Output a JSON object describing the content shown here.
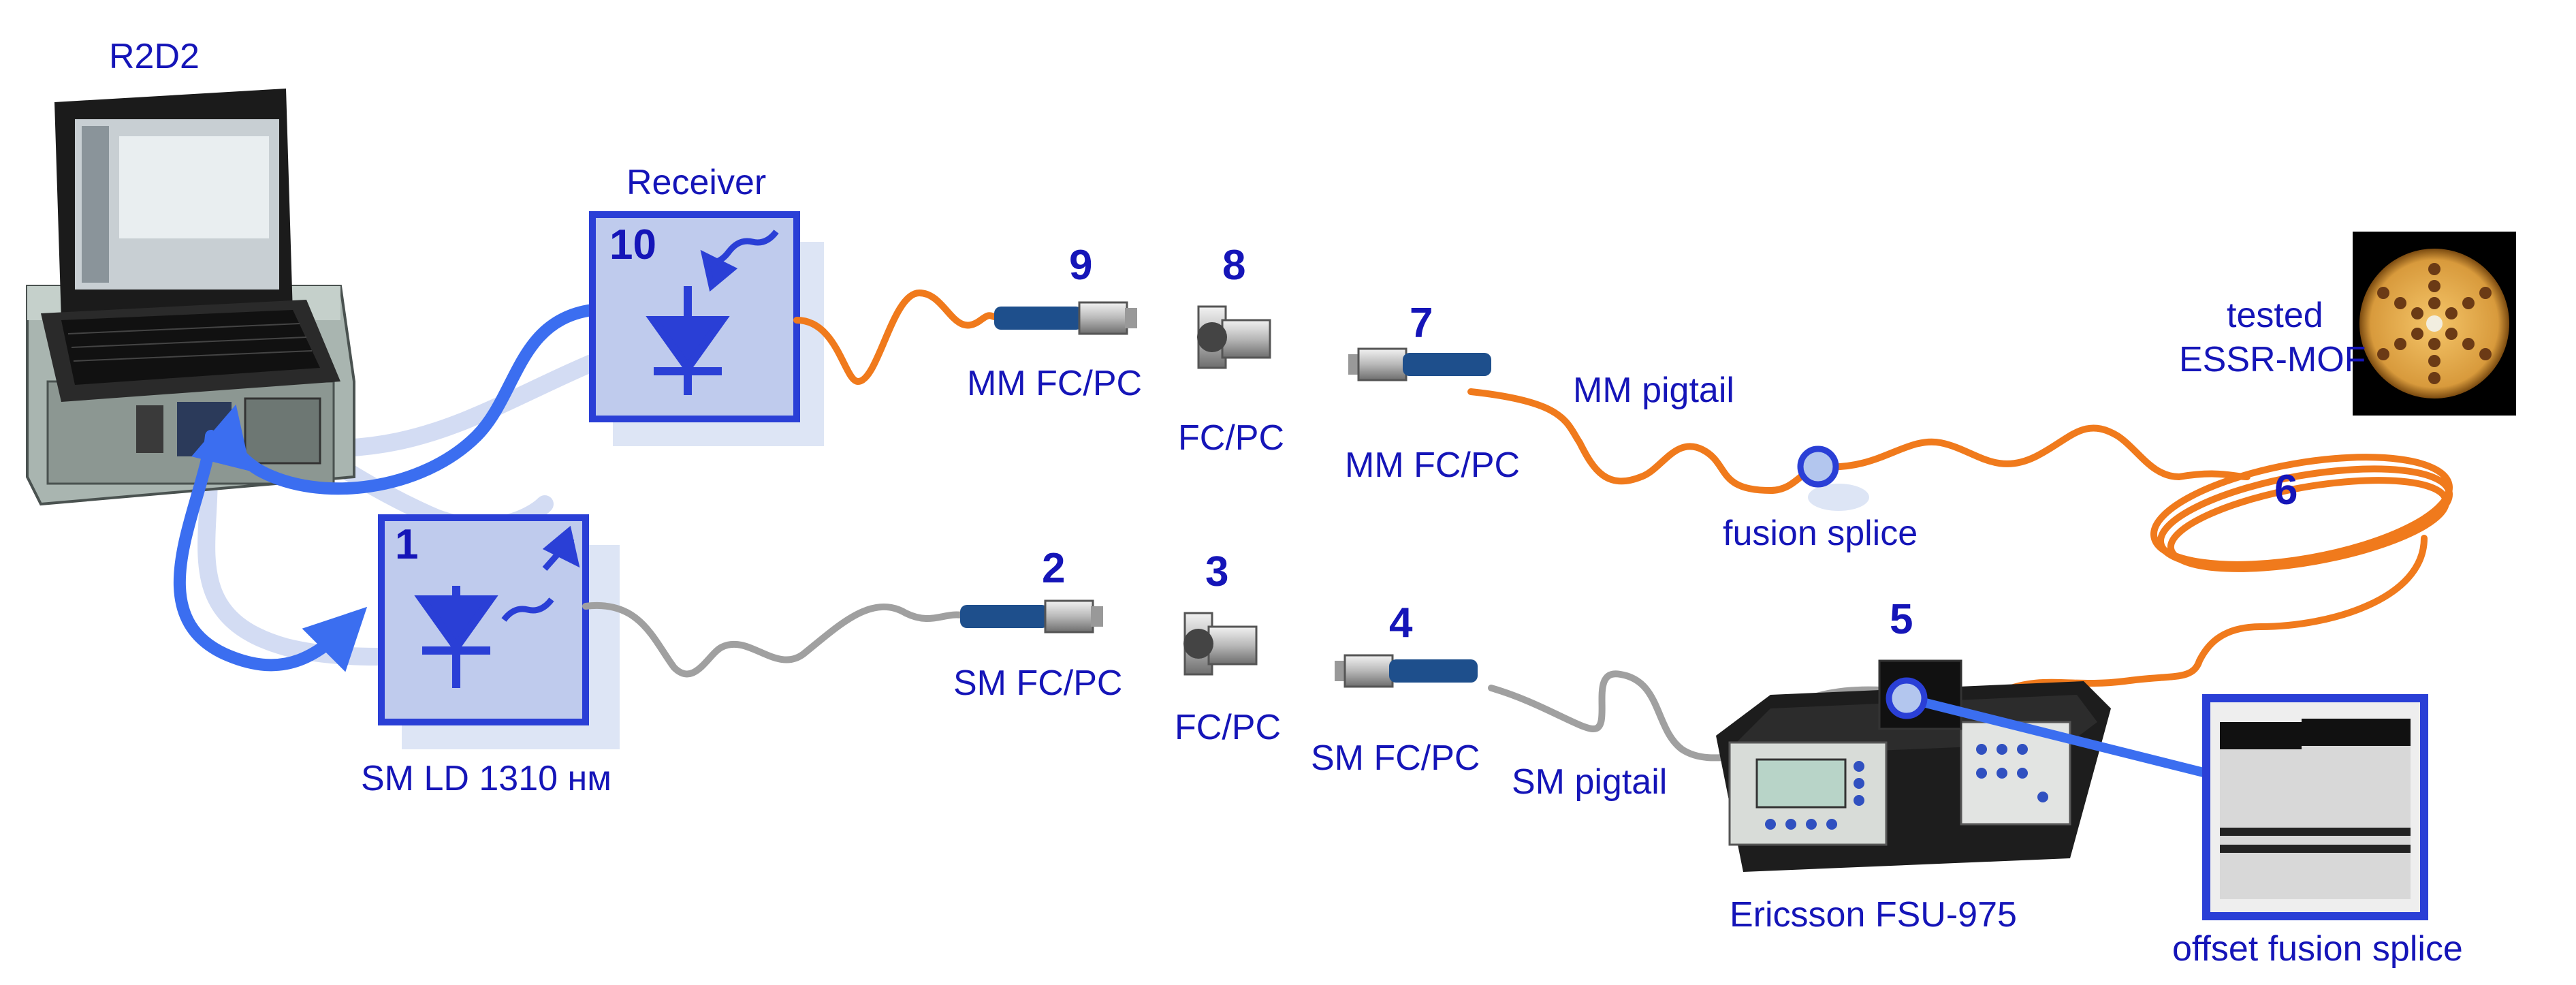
{
  "labels": {
    "computer": "R2D2",
    "receiver": "Receiver",
    "mm_fcpc_9": "MM FC/PC",
    "adapter_8": "FC/PC",
    "mm_fcpc_7": "MM FC/PC",
    "mm_pigtail": "MM pigtail",
    "fusion_splice": "fusion splice",
    "tested_1": "tested",
    "tested_2": "ESSR-MOF",
    "sm_fcpc_2": "SM FC/PC",
    "adapter_3": "FC/PC",
    "sm_fcpc_4": "SM FC/PC",
    "sm_pigtail": "SM pigtail",
    "laser": "SM LD 1310 нм",
    "splicer": "Ericsson FSU-975",
    "offset_splice": "offset fusion splice"
  },
  "numbers": {
    "n1": "1",
    "n2": "2",
    "n3": "3",
    "n4": "4",
    "n5": "5",
    "n6": "6",
    "n7": "7",
    "n8": "8",
    "n9": "9",
    "n10": "10"
  },
  "colors": {
    "label_blue": "#1515b8",
    "device_blue": "#2a3fd6",
    "signal_blue": "#3b6ef0",
    "mm_fiber": "#f07a1c",
    "sm_fiber": "#a0a0a0"
  }
}
